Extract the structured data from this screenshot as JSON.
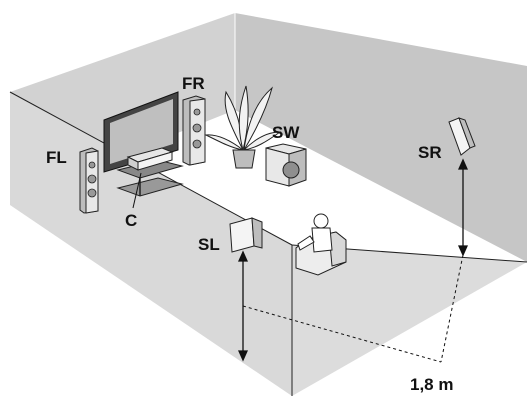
{
  "labels": {
    "fl": "FL",
    "fr": "FR",
    "c": "C",
    "sw": "SW",
    "sl": "SL",
    "sr": "SR",
    "height": "1,8 m"
  },
  "colors": {
    "wall_light": "#d4d4d4",
    "wall_right": "#c8c8c8",
    "floor": "#ececec",
    "line": "#222222"
  }
}
